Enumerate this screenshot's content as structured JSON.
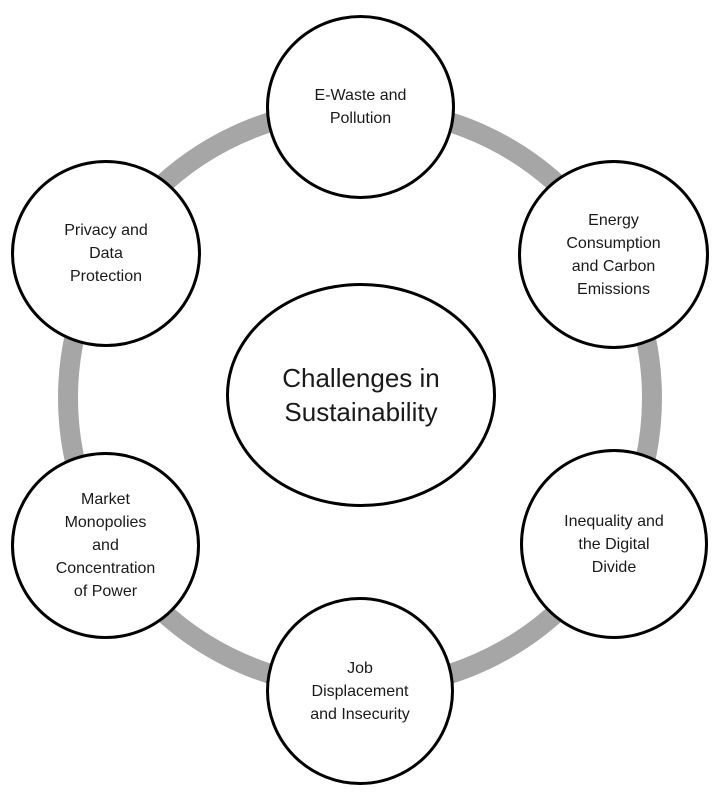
{
  "colors": {
    "ring": "#a6a6a6",
    "node_border": "#000000",
    "node_fill": "#ffffff",
    "text": "#1a1a1a",
    "background": "#ffffff"
  },
  "center": {
    "label": "Challenges in\nSustainability"
  },
  "nodes": [
    {
      "label": "E-Waste and\nPollution"
    },
    {
      "label": "Energy\nConsumption\nand Carbon\nEmissions"
    },
    {
      "label": "Inequality and\nthe Digital\nDivide"
    },
    {
      "label": "Job\nDisplacement\nand Insecurity"
    },
    {
      "label": "Market\nMonopolies\nand\nConcentration\nof Power"
    },
    {
      "label": "Privacy and\nData\nProtection"
    }
  ]
}
